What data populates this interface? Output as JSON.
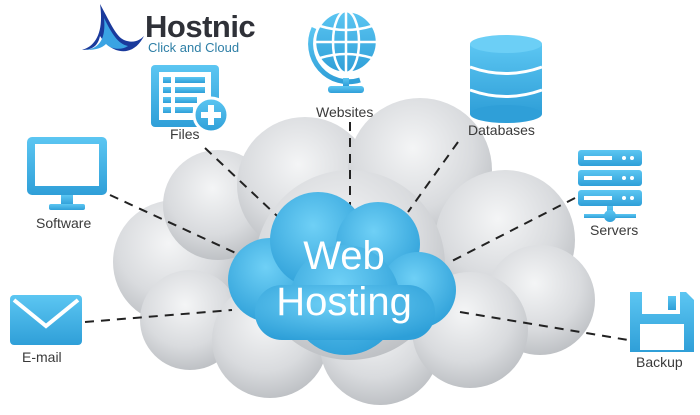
{
  "brand": {
    "name": "Hostnic",
    "tagline": "Click and Cloud"
  },
  "center": {
    "line1": "Web",
    "line2": "Hosting"
  },
  "nodes": {
    "files": "Files",
    "websites": "Websites",
    "databases": "Databases",
    "software": "Software",
    "servers": "Servers",
    "email": "E-mail",
    "backup": "Backup"
  },
  "colors": {
    "icon_blue": "#3bb3e8",
    "icon_blue_dark": "#2a9ed6",
    "center_cloud": "#45b6e6",
    "cloud_grey": "#d2d4d7",
    "text": "#3a3a3a"
  },
  "icons": [
    "logo-swoosh-icon",
    "files-document-icon",
    "globe-icon",
    "database-icon",
    "monitor-icon",
    "servers-rack-icon",
    "envelope-icon",
    "floppy-disk-icon"
  ]
}
